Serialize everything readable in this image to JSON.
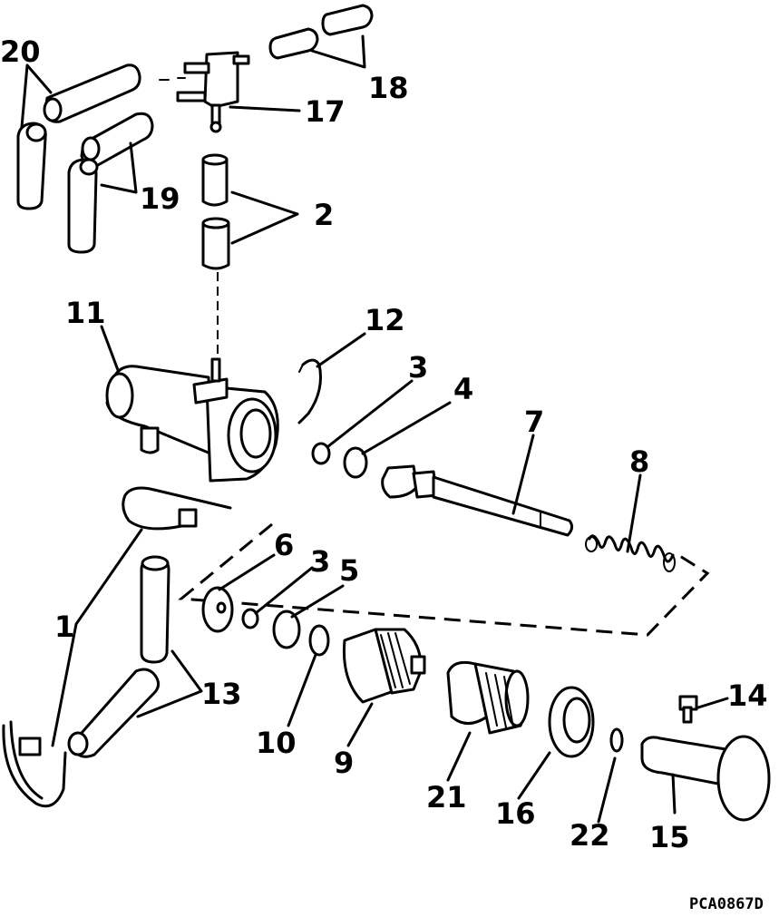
{
  "labels": {
    "p1": "1",
    "p2": "2",
    "p3a": "3",
    "p3b": "3",
    "p4": "4",
    "p5": "5",
    "p6": "6",
    "p7": "7",
    "p8": "8",
    "p9": "9",
    "p10": "10",
    "p11": "11",
    "p12": "12",
    "p13": "13",
    "p14": "14",
    "p15": "15",
    "p16": "16",
    "p17": "17",
    "p18": "18",
    "p19": "19",
    "p20": "20",
    "p21": "21",
    "p22": "22"
  },
  "figure_code": "PCA0867D"
}
